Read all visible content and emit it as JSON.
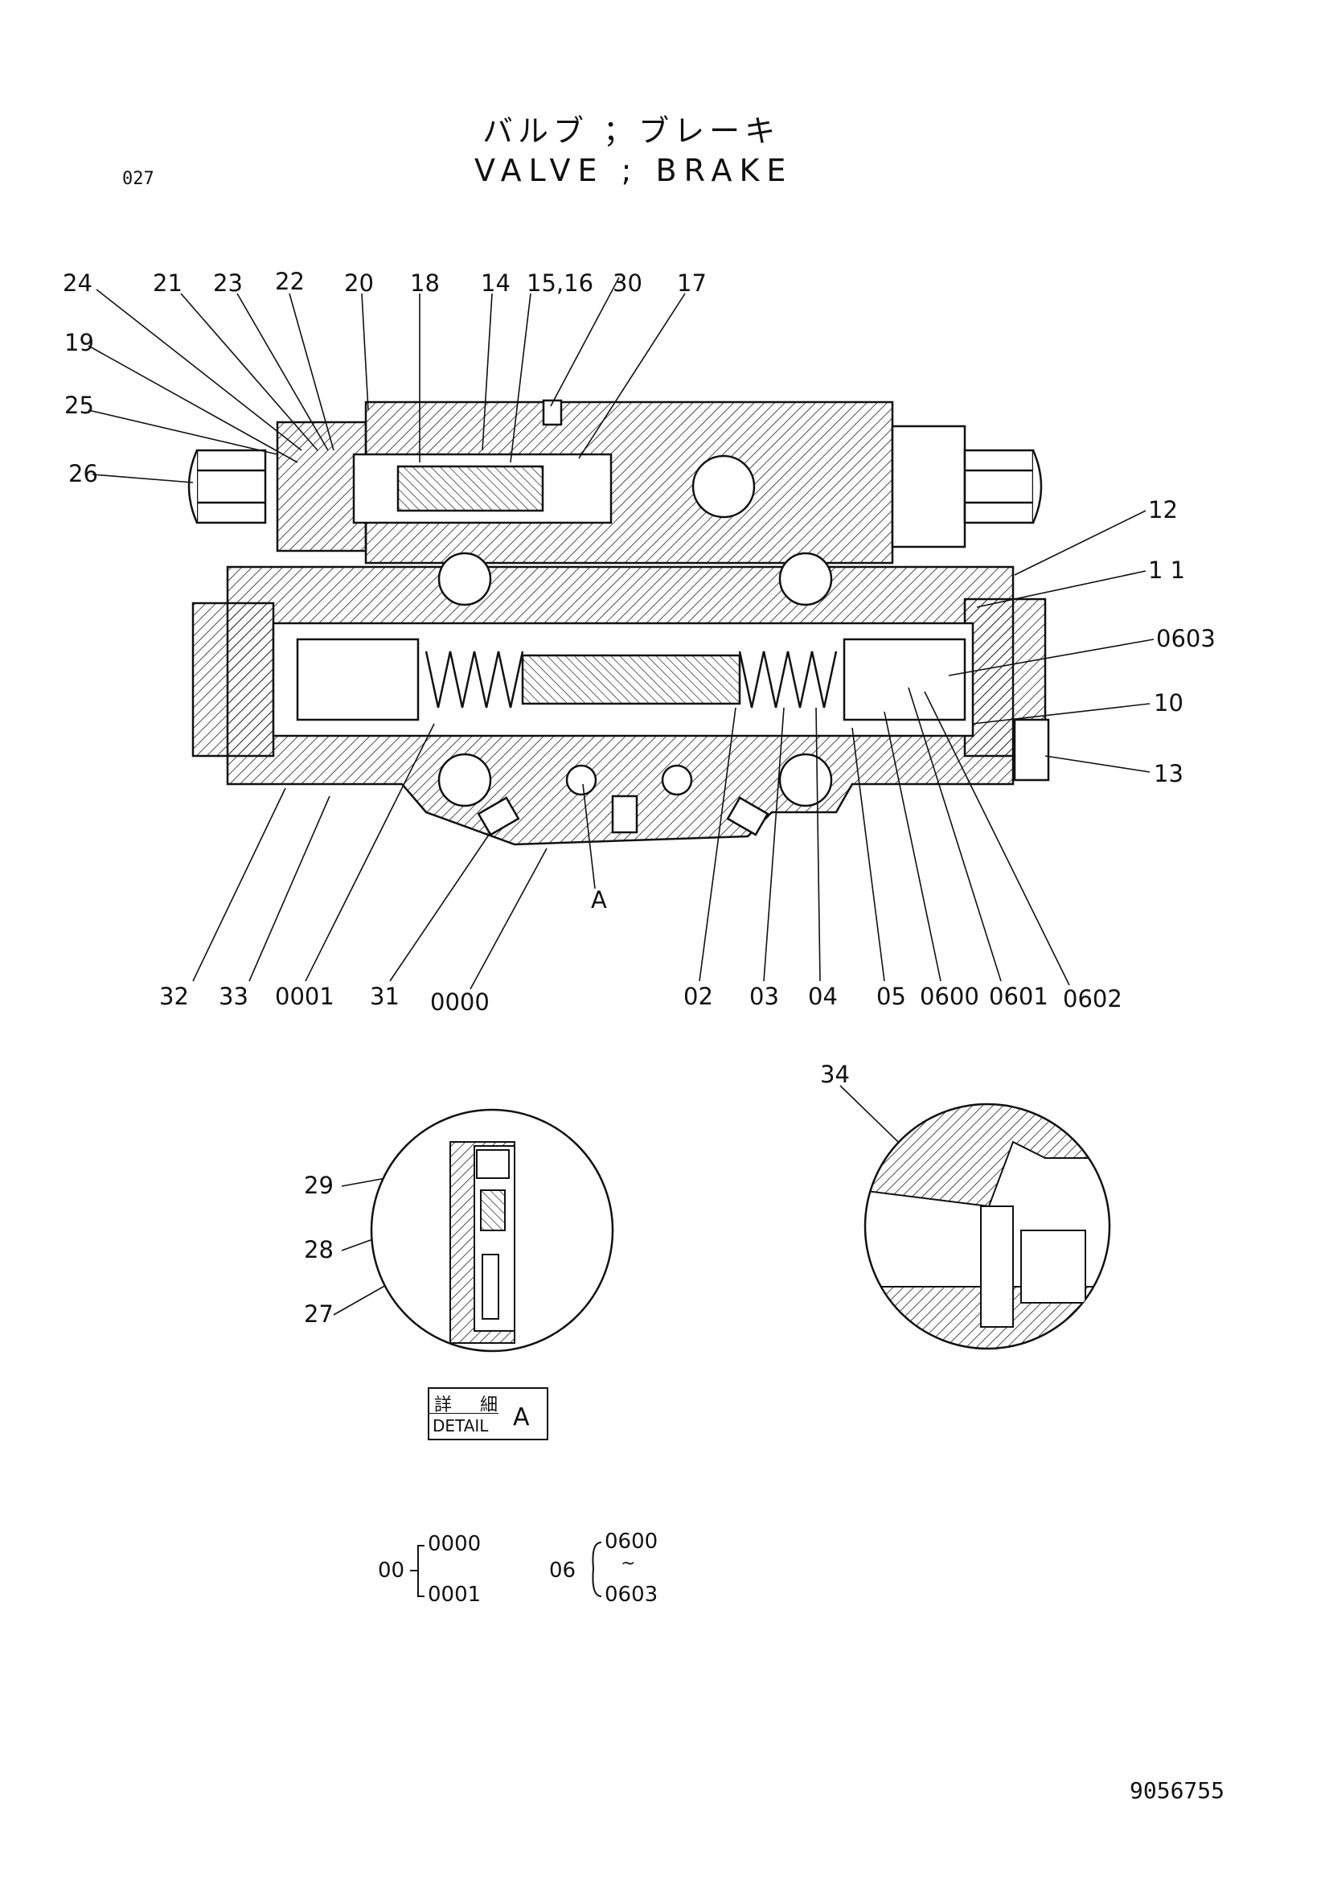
{
  "title_jp": "バルブ ；ブレーキ",
  "title_en": "VALVE ; BRAKE",
  "page_number": "027",
  "document_number": "9056755",
  "callouts": {
    "c24": "24",
    "c21": "21",
    "c23": "23",
    "c22": "22",
    "c20": "20",
    "c18": "18",
    "c14": "14",
    "c15_16": "15,16",
    "c30": "30",
    "c17": "17",
    "c19": "19",
    "c25": "25",
    "c26": "26",
    "c12": "12",
    "c11": "1 1",
    "c0603": "0603",
    "c10": "10",
    "c13": "13",
    "cA": "A",
    "c32": "32",
    "c33": "33",
    "c0001": "0001",
    "c31": "31",
    "c0000": "0000",
    "c02": "02",
    "c03": "03",
    "c04": "04",
    "c05": "05",
    "c0600": "0600",
    "c0601": "0601",
    "c0602": "0602",
    "c29": "29",
    "c28": "28",
    "c27": "27",
    "c34": "34"
  },
  "detail_label": {
    "jp": "詳 細",
    "en": "DETAIL",
    "letter": "A"
  },
  "legend": {
    "group00": {
      "key": "00",
      "items": [
        "0000",
        "0001"
      ]
    },
    "group06": {
      "key": "06",
      "from": "0600",
      "tilde": "~",
      "to": "0603"
    }
  }
}
